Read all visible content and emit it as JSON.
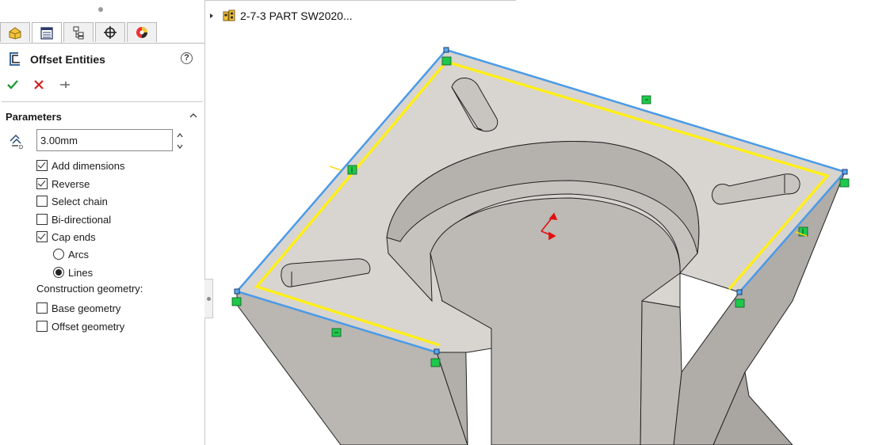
{
  "panel": {
    "tabs": [
      {
        "name": "feature-manager-tab",
        "icon": "feature-tree-icon"
      },
      {
        "name": "property-manager-tab",
        "icon": "property-manager-icon"
      },
      {
        "name": "configuration-manager-tab",
        "icon": "configuration-icon"
      },
      {
        "name": "dimxpert-tab",
        "icon": "crosshair-icon"
      },
      {
        "name": "display-manager-tab",
        "icon": "appearance-icon"
      }
    ],
    "title": "Offset Entities",
    "help_symbol": "?",
    "actions": {
      "ok_icon": "checkmark-icon",
      "cancel_icon": "close-icon",
      "pin_icon": "pushpin-icon"
    },
    "parameters": {
      "header": "Parameters",
      "offset_value": "3.00mm",
      "add_dimensions": {
        "label": "Add dimensions",
        "checked": true
      },
      "reverse": {
        "label": "Reverse",
        "checked": true
      },
      "select_chain": {
        "label": "Select chain",
        "checked": false
      },
      "bi_directional": {
        "label": "Bi-directional",
        "checked": false
      },
      "cap_ends": {
        "label": "Cap ends",
        "checked": true
      },
      "arcs": {
        "label": "Arcs",
        "selected": false
      },
      "lines": {
        "label": "Lines",
        "selected": true
      },
      "construction_label": "Construction geometry:",
      "base_geometry": {
        "label": "Base geometry",
        "checked": false
      },
      "offset_geometry": {
        "label": "Offset geometry",
        "checked": false
      }
    }
  },
  "viewport": {
    "tree_label": "2-7-3 PART SW2020...",
    "colors": {
      "model_face": "#d4d0cc",
      "model_side": "#b9b5b1",
      "model_dark": "#a7a39f",
      "edge_selected": "#4a9be8",
      "offset_line": "#ffef1a",
      "relation_green": "#1ec84a",
      "axis_red": "#e01010"
    }
  }
}
